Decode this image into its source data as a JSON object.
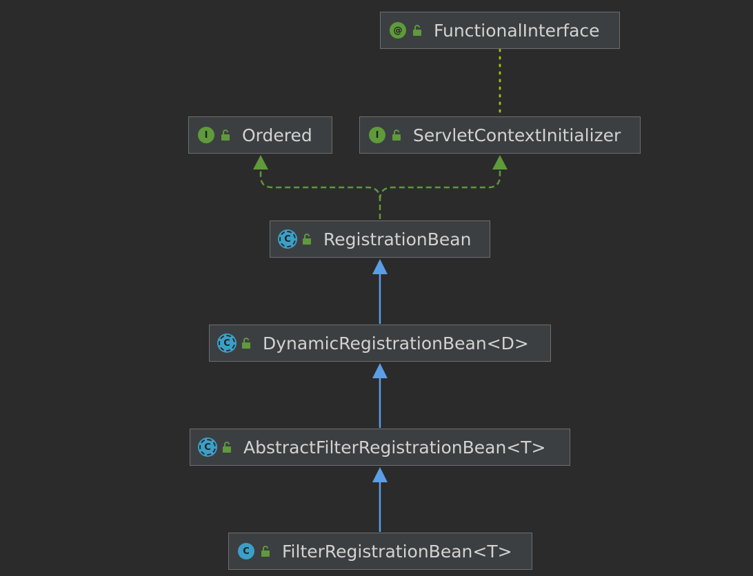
{
  "colors": {
    "background": "#2b2b2b",
    "node_fill": "#3c3f41",
    "node_border": "#6d6f71",
    "text": "#d2d2d2",
    "interface_icon": "#5f9a3b",
    "class_icon": "#3aa0c8",
    "implements_edge": "#5f9a3b",
    "extends_edge": "#5c9ee6",
    "annotation_edge": "#a4b51b"
  },
  "nodes": {
    "functional_interface": {
      "label": "FunctionalInterface",
      "kind": "annotation",
      "icon_glyph": "@",
      "visibility_icon": "unlock-icon"
    },
    "ordered": {
      "label": "Ordered",
      "kind": "interface",
      "icon_glyph": "I",
      "visibility_icon": "unlock-icon"
    },
    "servlet_context_initializer": {
      "label": "ServletContextInitializer",
      "kind": "interface",
      "icon_glyph": "I",
      "visibility_icon": "unlock-icon"
    },
    "registration_bean": {
      "label": "RegistrationBean",
      "kind": "abstract-class",
      "icon_glyph": "C",
      "visibility_icon": "unlock-icon"
    },
    "dynamic_registration_bean": {
      "label": "DynamicRegistrationBean<D>",
      "kind": "abstract-class",
      "icon_glyph": "C",
      "visibility_icon": "unlock-icon"
    },
    "abstract_filter_registration_bean": {
      "label": "AbstractFilterRegistrationBean<T>",
      "kind": "abstract-class",
      "icon_glyph": "C",
      "visibility_icon": "unlock-icon"
    },
    "filter_registration_bean": {
      "label": "FilterRegistrationBean<T>",
      "kind": "class",
      "icon_glyph": "C",
      "visibility_icon": "unlock-icon"
    }
  },
  "edges": [
    {
      "from": "servlet_context_initializer",
      "to": "functional_interface",
      "type": "annotated-by"
    },
    {
      "from": "registration_bean",
      "to": "ordered",
      "type": "implements"
    },
    {
      "from": "registration_bean",
      "to": "servlet_context_initializer",
      "type": "implements"
    },
    {
      "from": "dynamic_registration_bean",
      "to": "registration_bean",
      "type": "extends"
    },
    {
      "from": "abstract_filter_registration_bean",
      "to": "dynamic_registration_bean",
      "type": "extends"
    },
    {
      "from": "filter_registration_bean",
      "to": "abstract_filter_registration_bean",
      "type": "extends"
    }
  ]
}
